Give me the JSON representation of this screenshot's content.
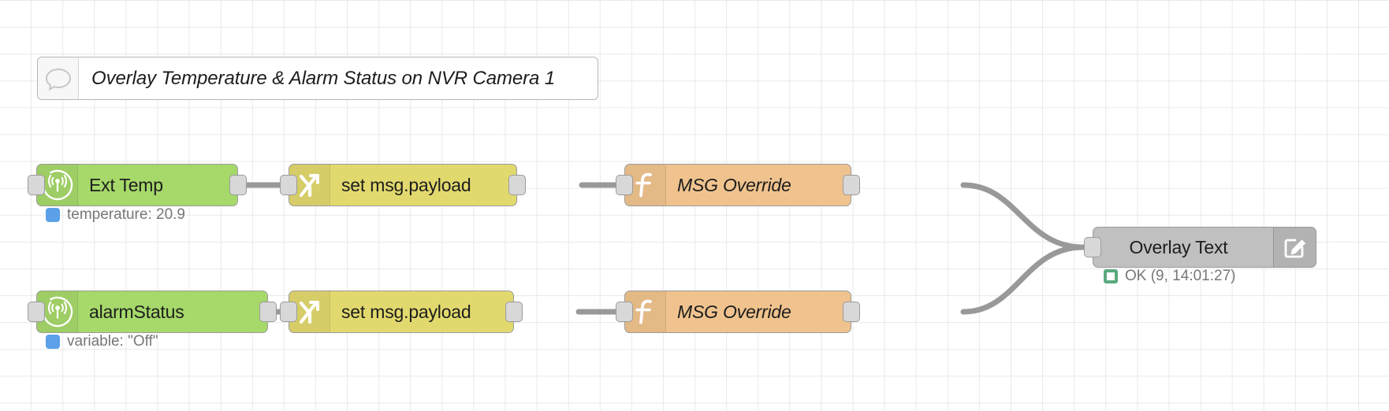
{
  "editor": {
    "name": "node-red-flow-canvas",
    "grid_color": "#e9e9e9",
    "background": "#ffffff"
  },
  "comment": {
    "icon": "speech-bubble-icon",
    "text": "Overlay Temperature & Alarm Status on NVR Camera 1"
  },
  "nodes": [
    {
      "id": "ext-temp",
      "label": "Ext Temp",
      "icon": "broadcast-antenna-icon",
      "color": "#a6d96a",
      "type": "mqtt-in",
      "status": {
        "text": "temperature: 20.9",
        "dot": "blue",
        "dot_color": "#5ba0e8"
      }
    },
    {
      "id": "change-top",
      "label": "set msg.payload",
      "icon": "change-swap-icon",
      "color": "#e2d96e",
      "type": "change"
    },
    {
      "id": "function-top",
      "label": "MSG Override",
      "icon": "function-f-icon",
      "color": "#f0c38e",
      "type": "function"
    },
    {
      "id": "alarm-status",
      "label": "alarmStatus",
      "icon": "broadcast-antenna-icon",
      "color": "#a6d96a",
      "type": "mqtt-in",
      "status": {
        "text": "variable: \"Off\"",
        "dot": "blue",
        "dot_color": "#5ba0e8"
      }
    },
    {
      "id": "change-bottom",
      "label": "set msg.payload",
      "icon": "change-swap-icon",
      "color": "#e2d96e",
      "type": "change"
    },
    {
      "id": "function-bottom",
      "label": "MSG Override",
      "icon": "function-f-icon",
      "color": "#f0c38e",
      "type": "function"
    },
    {
      "id": "overlay-text",
      "label": "Overlay Text",
      "icon": "edit-pencil-square-icon",
      "color": "#c0c0c0",
      "type": "template",
      "status": {
        "text": "OK (9, 14:01:27)",
        "dot": "green-ring",
        "dot_color": "#5aaa7f"
      }
    }
  ],
  "wire_color": "#999999"
}
